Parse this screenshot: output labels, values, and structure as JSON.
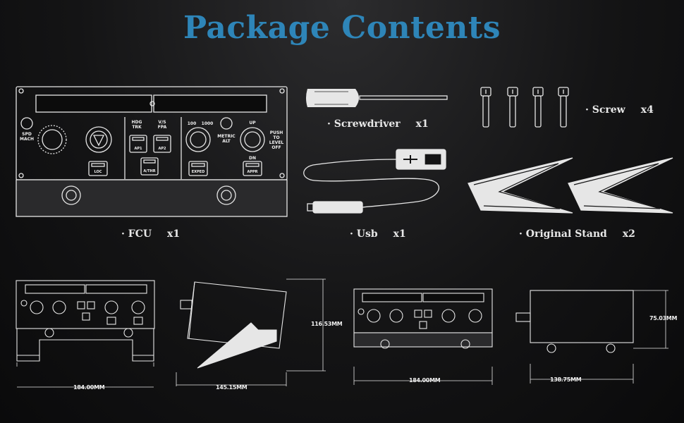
{
  "title": "Package Contents",
  "items": {
    "fcu": {
      "label": "· FCU",
      "qty": "x1"
    },
    "usb": {
      "label": "· Usb",
      "qty": "x1"
    },
    "stand": {
      "label": "· Original Stand",
      "qty": "x2"
    },
    "screwdriver": {
      "label": "· Screwdriver",
      "qty": "x1"
    },
    "screw": {
      "label": "· Screw",
      "qty": "x4"
    }
  },
  "panel_labels": {
    "spd": "SPD",
    "mach": "MACH",
    "hdg": "HDG",
    "trk": "TRK",
    "vs": "V/S",
    "fpa": "FPA",
    "ap1": "AP1",
    "ap2": "AP2",
    "loc": "LOC",
    "athr": "A/THR",
    "alt100": "100",
    "alt1000": "1000",
    "expd": "EXPED",
    "metric": "METRIC",
    "alt": "ALT",
    "up": "UP",
    "dn": "DN",
    "appr": "APPR",
    "push": "PUSH",
    "to": "TO",
    "level": "LEVEL",
    "off": "OFF"
  },
  "dimensions": {
    "width_front_stand": "184.00MM",
    "depth_side_stand": "145.15MM",
    "height_side_stand": "116.53MM",
    "width_front": "184.00MM",
    "depth_side": "138.75MM",
    "height_side": "75.03MM"
  },
  "colors": {
    "title": "#2e85b8",
    "background": "#141415",
    "line": "#e6e6e6"
  }
}
